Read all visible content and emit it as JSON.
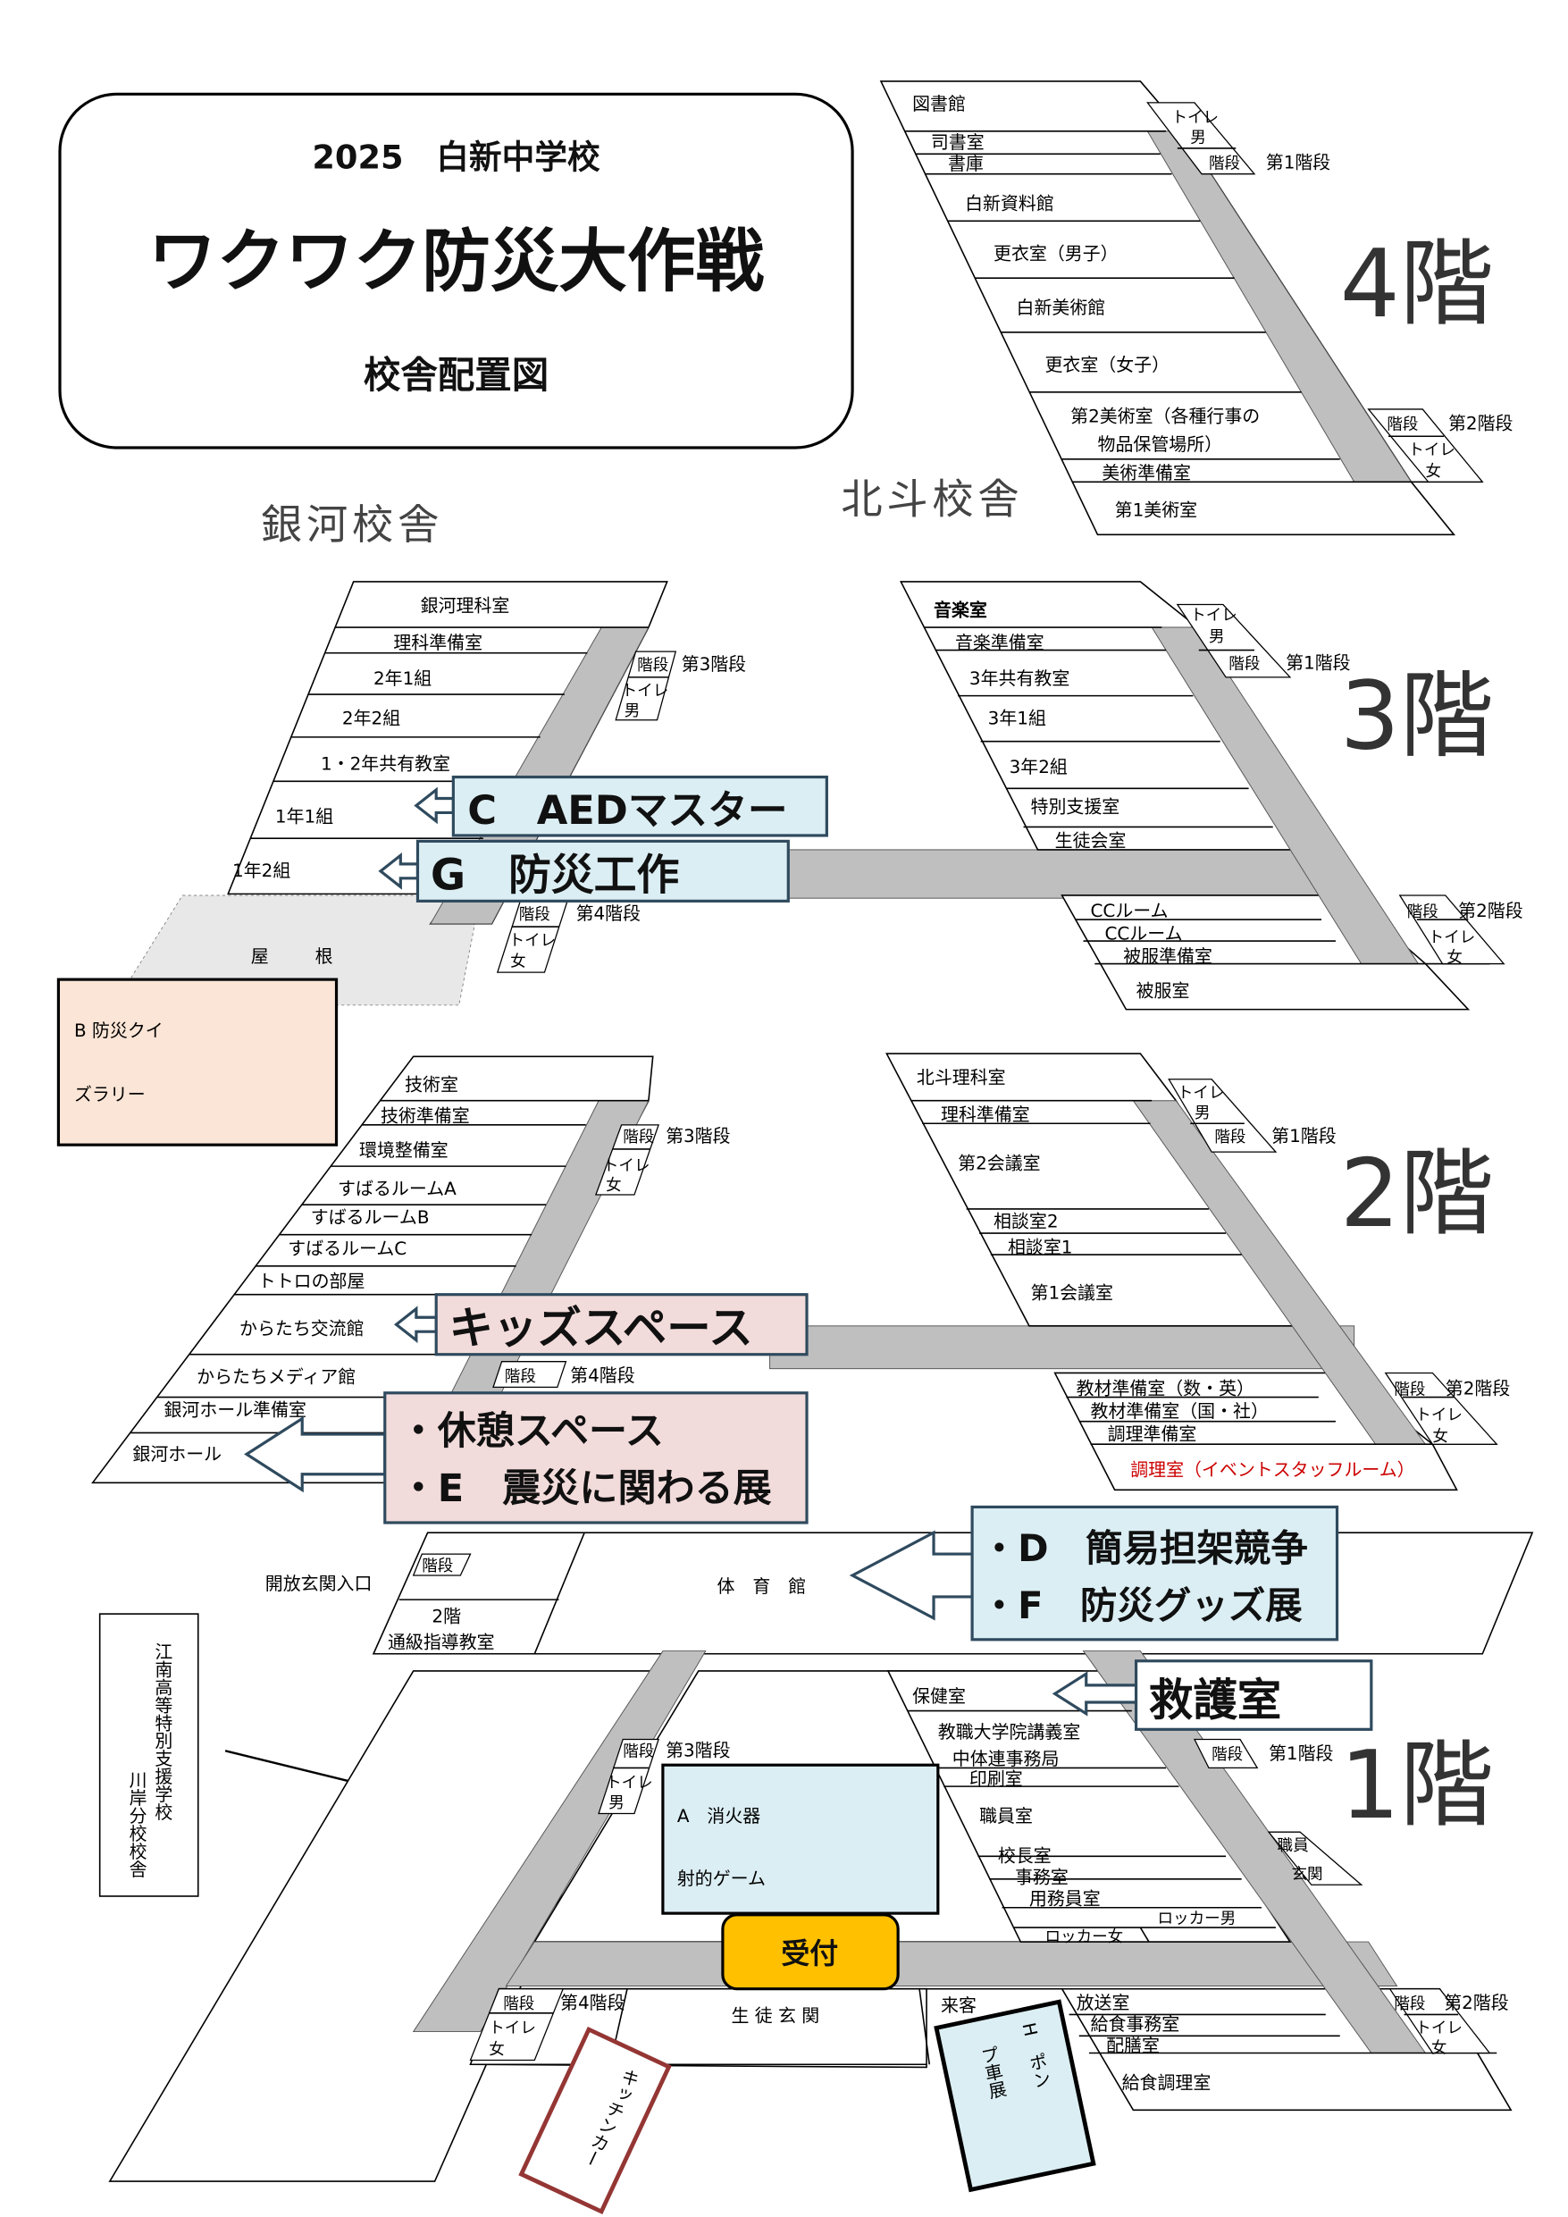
{
  "header": {
    "year_school": "2025　白新中学校",
    "title": "ワクワク防災大作戦",
    "subtitle": "校舎配置図"
  },
  "buildings": {
    "ginga": "銀河校舎",
    "hokuto": "北斗校舎"
  },
  "floor4": {
    "label": "4階",
    "rooms": [
      "図書館",
      "司書室",
      "書庫",
      "白新資料館",
      "更衣室（男子）",
      "白新美術館",
      "更衣室（女子）",
      "第2美術室（各種行事の",
      "物品保管場所）",
      "美術準備室",
      "第1美術室"
    ],
    "facilities": [
      "トイレ",
      "男",
      "階段",
      "第1階段",
      "階段",
      "第2階段",
      "トイレ",
      "女"
    ]
  },
  "floor3": {
    "label": "3階",
    "ginga_rooms": [
      "銀河理科室",
      "理科準備室",
      "2年1組",
      "2年2組",
      "1・2年共有教室",
      "1年1組",
      "1年2組",
      "屋",
      "根"
    ],
    "ginga_facilities": [
      "階段",
      "第3階段",
      "トイレ",
      "男",
      "階段",
      "第4階段",
      "トイレ",
      "女"
    ],
    "hokuto_rooms": [
      "音楽室",
      "音楽準備室",
      "3年共有教室",
      "3年1組",
      "3年2組",
      "特別支援室",
      "生徒会室",
      "CCルーム",
      "CCルーム",
      "被服準備室",
      "被服室"
    ],
    "hokuto_facilities": [
      "トイレ",
      "男",
      "階段",
      "第1階段",
      "階段",
      "第2階段",
      "トイレ",
      "女"
    ]
  },
  "floor2": {
    "label": "2階",
    "ginga_rooms": [
      "技術室",
      "技術準備室",
      "環境整備室",
      "すばるルームA",
      "すばるルームB",
      "すばるルームC",
      "トトロの部屋",
      "からたち交流館",
      "からたちメディア館",
      "銀河ホール準備室",
      "銀河ホール"
    ],
    "ginga_facilities": [
      "階段",
      "第3階段",
      "トイレ",
      "女",
      "階段",
      "第4階段"
    ],
    "hokuto_rooms": [
      "北斗理科室",
      "理科準備室",
      "第2会議室",
      "相談室2",
      "相談室1",
      "第1会議室",
      "教材準備室（数・英）",
      "教材準備室（国・社）",
      "調理準備室",
      "調理室（イベントスタッフルーム）"
    ],
    "hokuto_facilities": [
      "トイレ",
      "男",
      "階段",
      "第1階段",
      "階段",
      "第2階段",
      "トイレ",
      "女"
    ]
  },
  "floor1": {
    "label": "1階",
    "gym": "体　育　館",
    "open_entrance": "開放玄関入口",
    "gym_stairs": "階段",
    "second_floor": "2階",
    "tsukyu_room": "通級指導教室",
    "branch_school": [
      "江南高等特別支援学校",
      "川岸分校校舎"
    ],
    "ginga_facilities": [
      "階段",
      "第3階段",
      "トイレ",
      "男",
      "階段",
      "第4階段",
      "トイレ",
      "女"
    ],
    "student_entrance": "生 徒 玄 関",
    "visitor": "来客",
    "hokuto_rooms": [
      "保健室",
      "教職大学院講義室",
      "中体連事務局",
      "印刷室",
      "職員室",
      "校長室",
      "事務室",
      "用務員室",
      "ロッカー男",
      "ロッカー女",
      "放送室",
      "給食事務室",
      "配膳室",
      "給食調理室"
    ],
    "hokuto_facilities": [
      "階段",
      "第1階段",
      "職員",
      "玄関",
      "階段",
      "第2階段",
      "トイレ",
      "女"
    ]
  },
  "events": {
    "A": [
      "A　消火器",
      "射的ゲーム"
    ],
    "B": [
      "B 防災クイ",
      "ズラリー"
    ],
    "C": "C　AEDマスター",
    "DF": [
      "・D　簡易担架競争",
      "・F　防災グッズ展"
    ],
    "E": [
      "・休憩スペース",
      "・E　震災に関わる展"
    ],
    "G": "G　防災工作",
    "H": [
      "H　ポン",
      "プ車展"
    ],
    "kids": "キッズスペース",
    "first_aid": "救護室",
    "reception": "受付",
    "kitchen_car": "キッチンカー"
  },
  "colors": {
    "event_blue": "#dbeef4",
    "event_pink": "#f2dcdb",
    "quiz": "#fbe5d6",
    "reception": "#ffc000",
    "corridor": "#bfbfbf",
    "highlight_red": "#cc0000",
    "kitchen_border": "#943634"
  }
}
